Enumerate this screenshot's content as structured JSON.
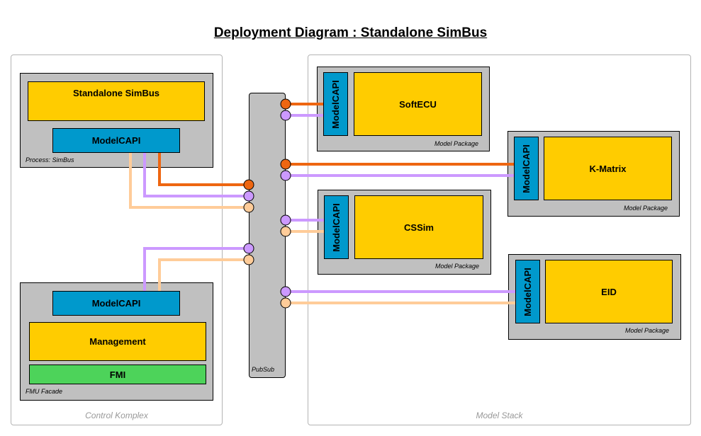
{
  "title": "Deployment Diagram : Standalone SimBus",
  "regions": {
    "control": "Control Komplex",
    "model_stack": "Model Stack"
  },
  "process_simbus": {
    "component": "Standalone SimBus",
    "api": "ModelCAPI",
    "label": "Process: SimBus"
  },
  "fmu_facade": {
    "api": "ModelCAPI",
    "management": "Management",
    "fmi": "FMI",
    "label": "FMU Facade"
  },
  "pubsub": {
    "label": "PubSub"
  },
  "packages": [
    {
      "api": "ModelCAPI",
      "name": "SoftECU",
      "label": "Model Package"
    },
    {
      "api": "ModelCAPI",
      "name": "K-Matrix",
      "label": "Model Package"
    },
    {
      "api": "ModelCAPI",
      "name": "CSSim",
      "label": "Model Package"
    },
    {
      "api": "ModelCAPI",
      "name": "EID",
      "label": "Model Package"
    }
  ],
  "colors": {
    "orange": "#ee6611",
    "purple": "#cc99ff",
    "peach": "#ffcc99",
    "yellow": "#ffcc00",
    "blue": "#0099cc",
    "green": "#4dd35a",
    "node_gray": "#c0c0c0"
  }
}
